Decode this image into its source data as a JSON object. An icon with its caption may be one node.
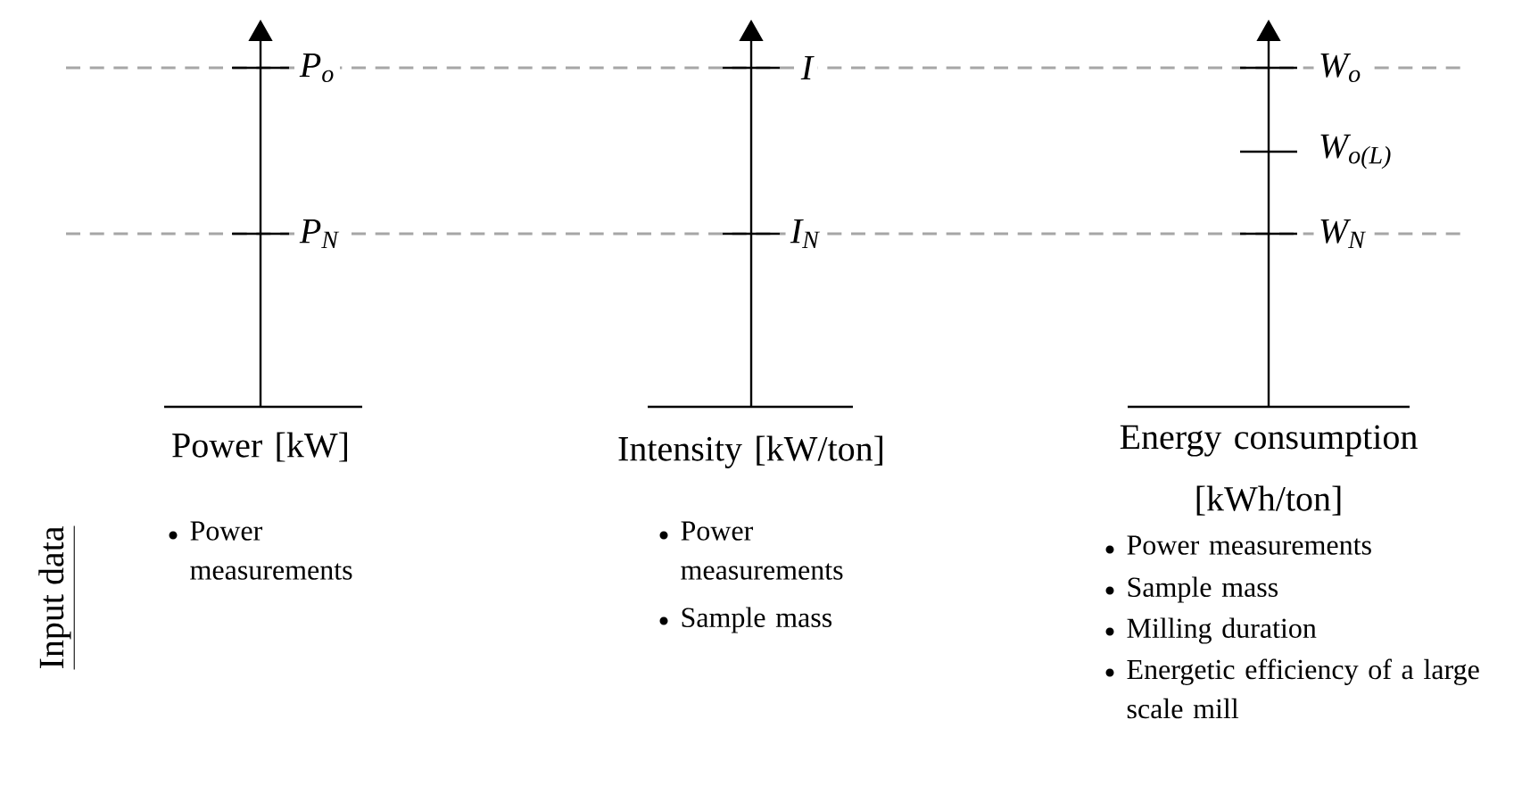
{
  "diagram": {
    "labels": [
      "P$_{o}$",
      "P$_{N}$",
      "I",
      "I$_{N}$",
      "W$_{o}$",
      "W$_{o(L)}$",
      "W$_{N}$",
      "Power [kW]",
      "Intensity [kW/ton]",
      "Energy consumption [kWh/ton]",
      "Input data",
      "Power measurements",
      "Power measurements",
      "Sample mass",
      "Power measurements",
      "Sample mass",
      "Milling duration",
      "Energetic efficiency of a large scale mill"
    ]
  }
}
